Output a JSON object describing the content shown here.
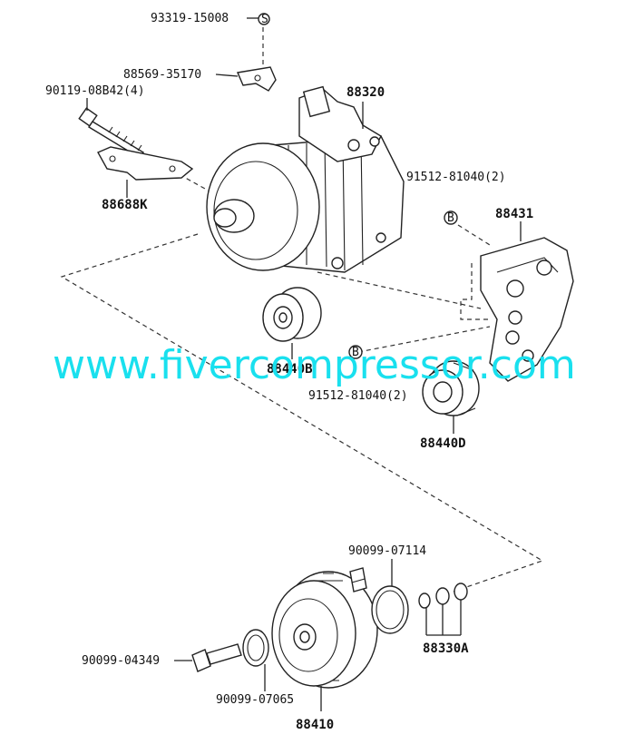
{
  "labels": {
    "p93319": "93319-15008",
    "p88569": "88569-35170",
    "p90119": "90119-08B42(4)",
    "p88320": "88320",
    "p88688": "88688K",
    "p91512a": "91512-81040(2)",
    "p88431": "88431",
    "p88440b": "88440B",
    "p91512b": "91512-81040(2)",
    "p88440d": "88440D",
    "p90099a": "90099-07114",
    "p88330": "88330A",
    "p90099b": "90099-04349",
    "p90099c": "90099-07065",
    "p88410": "88410",
    "callout_s": "S",
    "callout_b1": "B",
    "callout_b2": "B"
  },
  "watermark": "www.fivercompressor.com",
  "colors": {
    "watermark": "#19e0ee",
    "ink": "#222222",
    "background": "#ffffff"
  }
}
